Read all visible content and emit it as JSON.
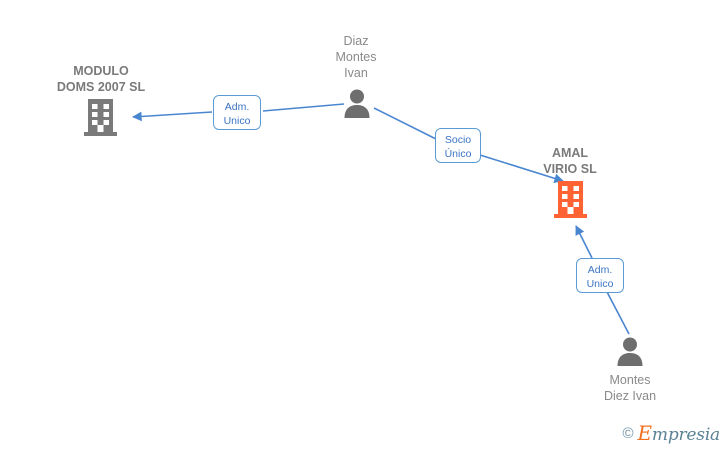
{
  "diagram": {
    "background_color": "#ffffff",
    "edge_color": "#4a86d0",
    "company_icon_color_default": "#7a7a7a",
    "company_icon_color_highlight": "#ff6334",
    "person_icon_color": "#6e6e6e",
    "nodes": [
      {
        "id": "modulo-doms",
        "type": "company",
        "label": "MODULO\nDOMS 2007 SL",
        "highlight": false,
        "icon": "building-icon"
      },
      {
        "id": "diaz-montes-ivan",
        "type": "person",
        "label": "Diaz\nMontes\nIvan",
        "icon": "person-icon"
      },
      {
        "id": "amal-virio-sl",
        "type": "company",
        "label": "AMAL\nVIRIO  SL",
        "highlight": true,
        "icon": "building-icon"
      },
      {
        "id": "montes-diez-ivan",
        "type": "person",
        "label": "Montes\nDiez Ivan",
        "icon": "person-icon"
      }
    ],
    "edges": [
      {
        "id": "edge-diaz-to-modulo",
        "from": "diaz-montes-ivan",
        "to": "modulo-doms",
        "label": "Adm.\nUnico"
      },
      {
        "id": "edge-diaz-to-amal",
        "from": "diaz-montes-ivan",
        "to": "amal-virio-sl",
        "label": "Socio\nÚnico"
      },
      {
        "id": "edge-montes-to-amal",
        "from": "montes-diez-ivan",
        "to": "amal-virio-sl",
        "label": "Adm.\nUnico"
      }
    ]
  },
  "watermark": {
    "copyright": "©",
    "brand_first": "E",
    "brand_rest": "mpresia"
  }
}
